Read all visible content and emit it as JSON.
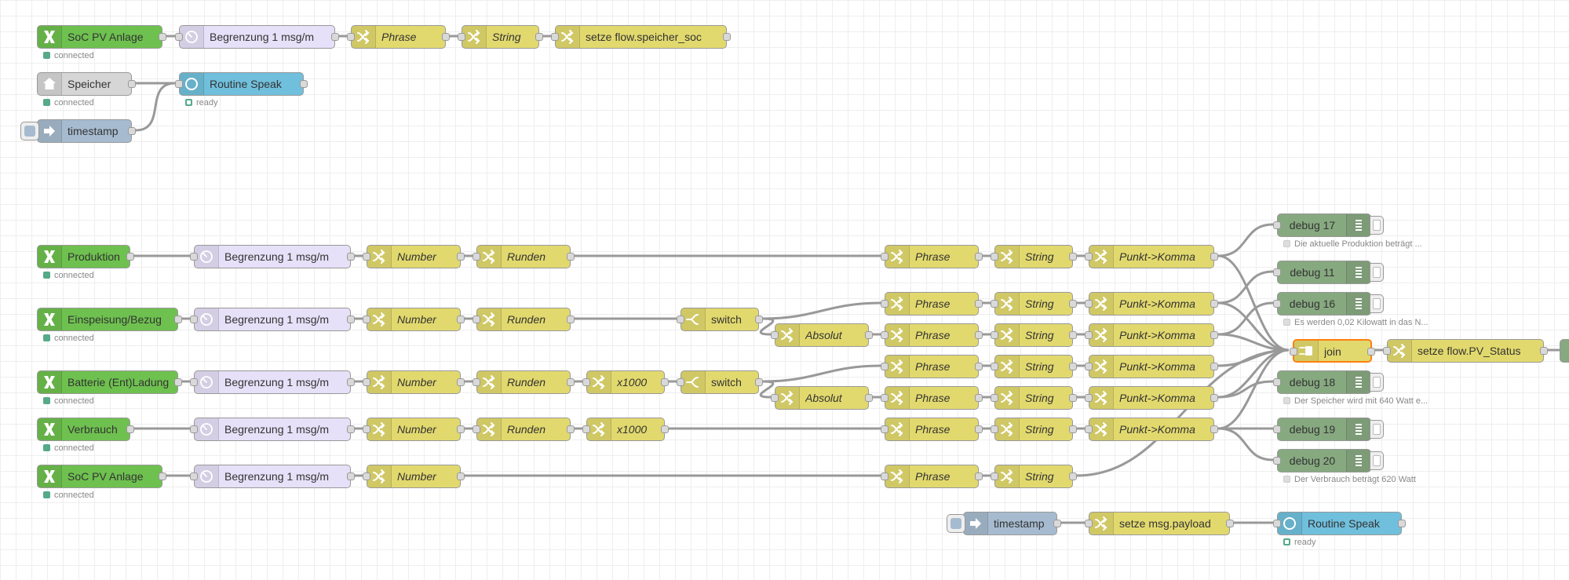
{
  "colors": {
    "inject": "#a6bbcf",
    "change": "#e2d96e",
    "delay": "#e6e0f8",
    "debug": "#87a980",
    "function_green": "#6ec14f",
    "speaker": "#70bfdc",
    "home": "#d6d6d6",
    "join": "#e2d96e",
    "wire": "#999999"
  },
  "status": {
    "connected": "connected",
    "ready": "ready"
  },
  "nodes": {
    "n1": {
      "label": "SoC PV Anlage"
    },
    "n2": {
      "label": "Begrenzung 1 msg/m"
    },
    "n3": {
      "label": "Phrase"
    },
    "n4": {
      "label": "String"
    },
    "n5": {
      "label": "setze flow.speicher_soc"
    },
    "n6": {
      "label": "Speicher"
    },
    "n7": {
      "label": "Routine Speak"
    },
    "n8": {
      "label": "timestamp"
    },
    "p1": {
      "label": "Produktion"
    },
    "p2": {
      "label": "Begrenzung 1 msg/m"
    },
    "p3": {
      "label": "Number"
    },
    "p4": {
      "label": "Runden"
    },
    "p5": {
      "label": "Phrase"
    },
    "p6": {
      "label": "String"
    },
    "p7": {
      "label": "Punkt->Komma"
    },
    "e1": {
      "label": "Einspeisung/Bezug"
    },
    "e2": {
      "label": "Begrenzung 1 msg/m"
    },
    "e3": {
      "label": "Number"
    },
    "e4": {
      "label": "Runden"
    },
    "e5": {
      "label": "switch"
    },
    "e6": {
      "label": "Phrase"
    },
    "e7": {
      "label": "String"
    },
    "e8": {
      "label": "Punkt->Komma"
    },
    "e9": {
      "label": "Absolut"
    },
    "e10": {
      "label": "Phrase"
    },
    "e11": {
      "label": "String"
    },
    "e12": {
      "label": "Punkt->Komma"
    },
    "b1": {
      "label": "Batterie (Ent)Ladung"
    },
    "b2": {
      "label": "Begrenzung 1 msg/m"
    },
    "b3": {
      "label": "Number"
    },
    "b4": {
      "label": "Runden"
    },
    "b5": {
      "label": "x1000"
    },
    "b6": {
      "label": "switch"
    },
    "b7": {
      "label": "Phrase"
    },
    "b8": {
      "label": "String"
    },
    "b9": {
      "label": "Punkt->Komma"
    },
    "b10": {
      "label": "Absolut"
    },
    "b11": {
      "label": "Phrase"
    },
    "b12": {
      "label": "String"
    },
    "b13": {
      "label": "Punkt->Komma"
    },
    "v1": {
      "label": "Verbrauch"
    },
    "v2": {
      "label": "Begrenzung 1 msg/m"
    },
    "v3": {
      "label": "Number"
    },
    "v4": {
      "label": "Runden"
    },
    "v5": {
      "label": "x1000"
    },
    "v6": {
      "label": "Phrase"
    },
    "v7": {
      "label": "String"
    },
    "v8": {
      "label": "Punkt->Komma"
    },
    "s1": {
      "label": "SoC PV Anlage"
    },
    "s2": {
      "label": "Begrenzung 1 msg/m"
    },
    "s3": {
      "label": "Number"
    },
    "s4": {
      "label": "Phrase"
    },
    "s5": {
      "label": "String"
    },
    "j1": {
      "label": "join"
    },
    "j2": {
      "label": "setze flow.PV_Status"
    },
    "d17": {
      "label": "debug 17",
      "status": "Die aktuelle Produktion beträgt ..."
    },
    "d11": {
      "label": "debug 11"
    },
    "d16": {
      "label": "debug 16",
      "status": "Es werden 0,02 Kilowatt in das N..."
    },
    "d18": {
      "label": "debug 18",
      "status": "Der Speicher wird mit 640 Watt e..."
    },
    "d19": {
      "label": "debug 19"
    },
    "d20": {
      "label": "debug 20",
      "status": "Der Verbrauch beträgt 620 Watt"
    },
    "t1": {
      "label": "timestamp"
    },
    "t2": {
      "label": "setze msg.payload"
    },
    "t3": {
      "label": "Routine Speak"
    }
  }
}
